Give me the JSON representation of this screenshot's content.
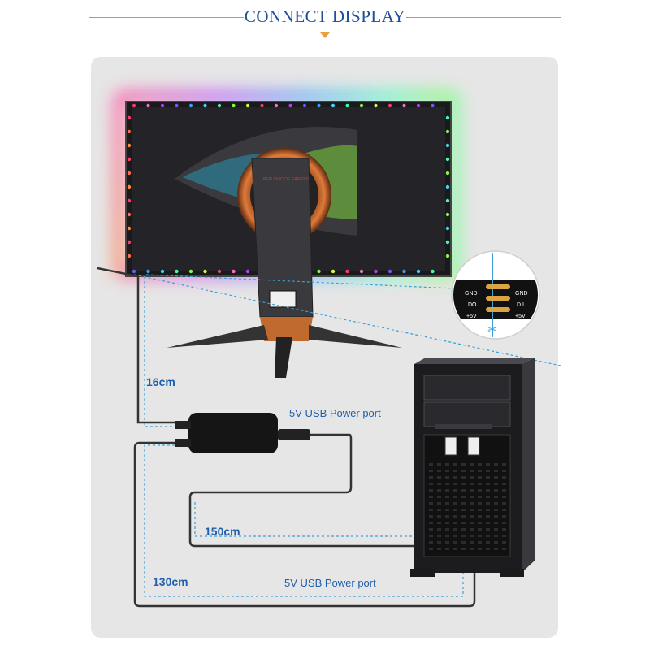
{
  "title": "CONNECT DISPLAY",
  "labels": {
    "cable_16": "16cm",
    "usb_port_top": "5V USB Power port",
    "cable_150": "150cm",
    "cable_130": "130cm",
    "usb_port_bottom": "5V USB Power port"
  },
  "connector": {
    "left_pins": [
      "GND",
      "DO",
      "+5V"
    ],
    "right_pins": [
      "GND",
      "D I",
      "+5V"
    ]
  },
  "monitor_logo": "REPUBLIC OF GAMERS",
  "colors": {
    "title": "#1f4f99",
    "label": "#1f5fae",
    "accent_arrow": "#e8a03a",
    "panel": "#e6e6e6",
    "dashed_line": "#3aa0d8"
  }
}
